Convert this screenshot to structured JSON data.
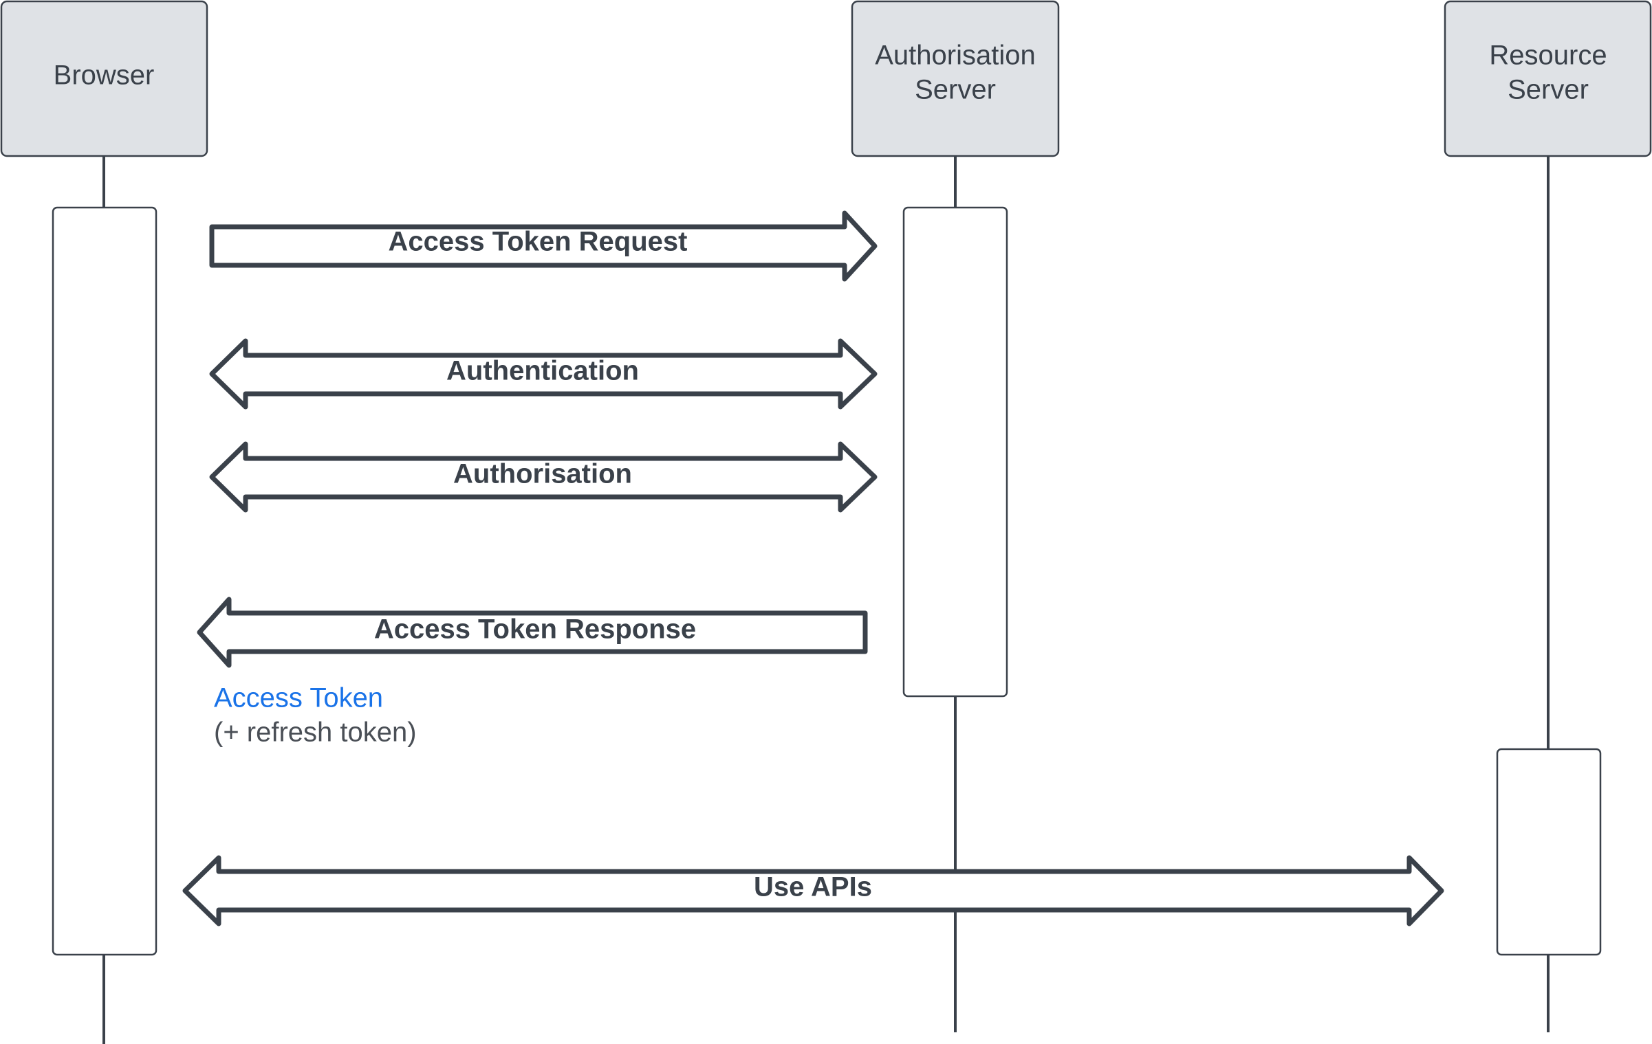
{
  "participants": {
    "browser": {
      "label": "Browser"
    },
    "auth_server": {
      "label_line1": "Authorisation",
      "label_line2": "Server"
    },
    "resource_server": {
      "label_line1": "Resource",
      "label_line2": "Server"
    }
  },
  "messages": {
    "access_token_request": "Access Token Request",
    "authentication": "Authentication",
    "authorisation": "Authorisation",
    "access_token_response": "Access Token Response",
    "use_apis": "Use APIs"
  },
  "note": {
    "highlight": "Access Token",
    "detail": "(+ refresh token)"
  },
  "colors": {
    "header_fill": "#dfe2e6",
    "stroke": "#3a414a",
    "highlight": "#1a73e8"
  }
}
